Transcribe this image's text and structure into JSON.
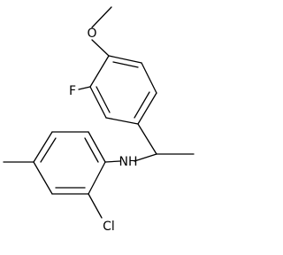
{
  "molecule": {
    "atoms": {
      "oxygen": "O",
      "fluorine": "F",
      "amine": "NH",
      "chlorine": "Cl"
    }
  }
}
